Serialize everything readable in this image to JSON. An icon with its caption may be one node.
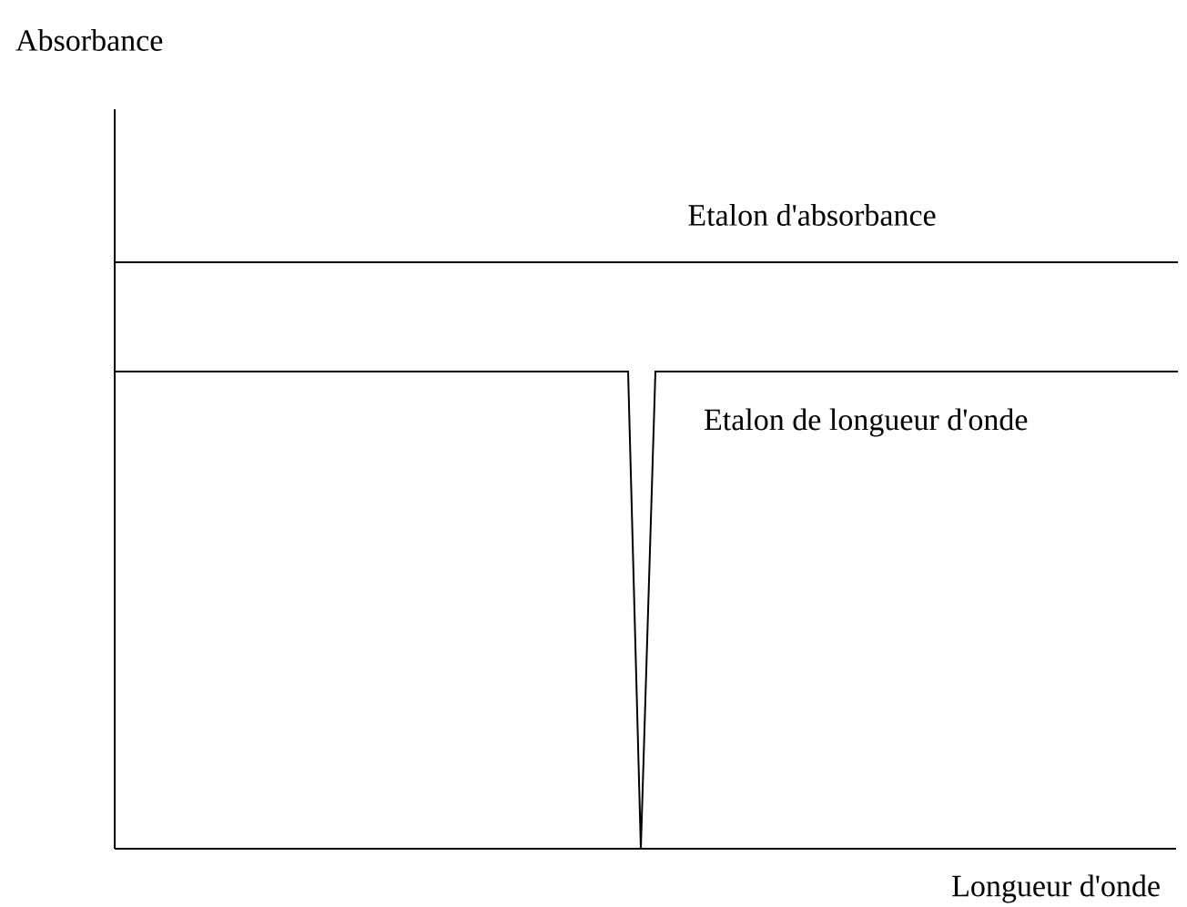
{
  "diagram": {
    "labels": [
      "Absorbance",
      "Etalon d'absorbance",
      "Etalon de longueur d'onde",
      "Longueur d'onde"
    ]
  }
}
